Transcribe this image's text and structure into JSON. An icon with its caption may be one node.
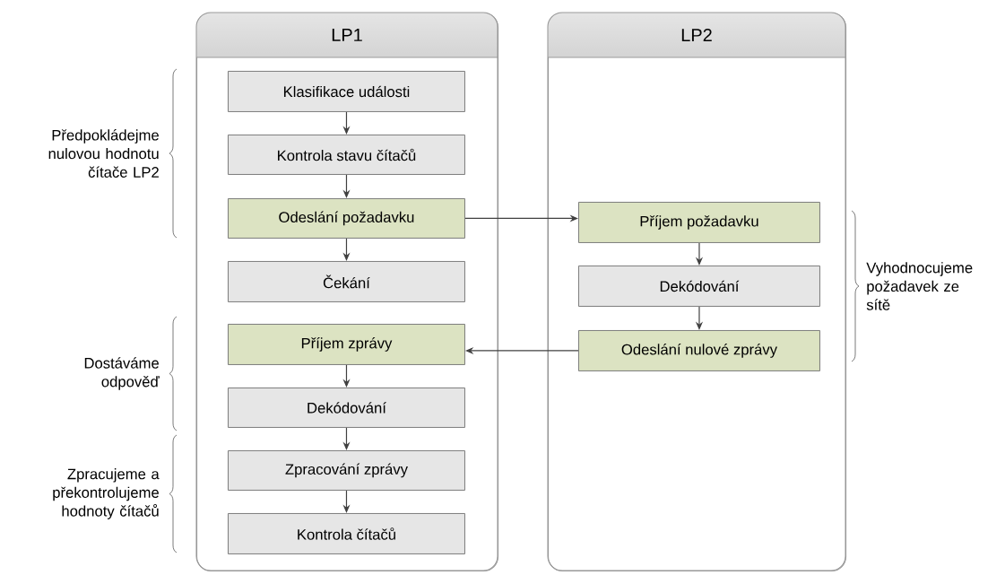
{
  "diagram": {
    "nodes": [
      {
        "text": [
          "LP1"
        ]
      },
      {
        "text": [
          "Klasifikace události"
        ],
        "in": 0
      },
      {
        "text": [
          "Kontrola stavu čítačů"
        ],
        "in": 0
      },
      {
        "text": [
          "Odeslání požadavku"
        ],
        "in": 0
      },
      {
        "text": [
          "Čekání"
        ],
        "in": 0
      },
      {
        "text": [
          "Příjem zprávy"
        ],
        "in": 0
      },
      {
        "text": [
          "Dekódování"
        ],
        "in": 0
      },
      {
        "text": [
          "Zpracování zprávy"
        ],
        "in": 0
      },
      {
        "text": [
          "Kontrola čítačů"
        ],
        "in": 0
      },
      {
        "text": [
          "LP2"
        ]
      },
      {
        "text": [
          "Příjem požadavku"
        ],
        "in": 9
      },
      {
        "text": [
          "Dekódování"
        ],
        "in": 9
      },
      {
        "text": [
          "Odeslání nulové zprávy"
        ],
        "in": 9
      }
    ],
    "edges": [
      {
        "from": 1,
        "to": 2,
        "arrow": "to"
      },
      {
        "from": 2,
        "to": 3,
        "arrow": "to"
      },
      {
        "from": 3,
        "to": 4,
        "arrow": "to"
      },
      {
        "from": 3,
        "to": 10,
        "arrow": "to"
      },
      {
        "from": 10,
        "to": 11,
        "arrow": "to"
      },
      {
        "from": 11,
        "to": 12,
        "arrow": "to"
      },
      {
        "from": 12,
        "to": 5,
        "arrow": "to"
      },
      {
        "from": 5,
        "to": 6,
        "arrow": "to"
      },
      {
        "from": 6,
        "to": 7,
        "arrow": "to"
      },
      {
        "from": 7,
        "to": 8,
        "arrow": "to"
      }
    ],
    "labels": [
      "Předpokládejme nulovou hodnotu čítače LP2",
      "Dostáváme odpověď",
      "Zpracujeme a překontrolujeme hodnoty čítačů",
      "Vyhodnocujeme požadavek ze sítě"
    ]
  }
}
